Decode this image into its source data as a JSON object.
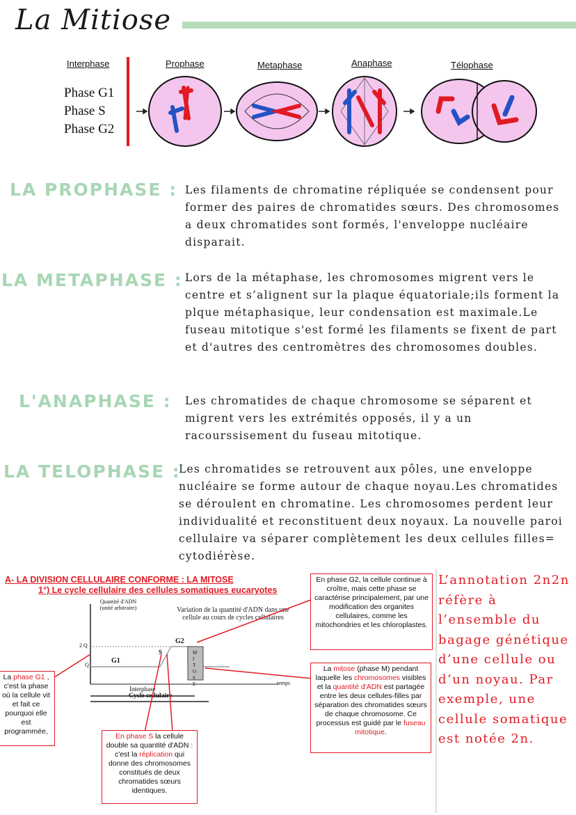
{
  "title": "La Mitiose",
  "phases": {
    "interphase": "Interphase",
    "prophase": "Prophase",
    "metaphase": "Metaphase",
    "anaphase": "Anaphase",
    "telophase": "Télophase",
    "interphase_items": [
      "Phase G1",
      "Phase S",
      "Phase G2"
    ]
  },
  "sections": [
    {
      "title": "LA PROPHASE :",
      "text": "Les filaments de chromatine répliquée se condensent pour former des paires de chromatides sœurs. Des chromosomes a deux chromatides sont formés, l'enveloppe nucléaire disparait."
    },
    {
      "title": "LA METAPHASE :",
      "text": "Lors de la métaphase, les chromosomes migrent vers le centre et s’alignent sur la plaque équatoriale;ils forment la plque métaphasique, leur condensation est maximale.Le fuseau mitotique s'est formé les filaments se fixent de part et d'autres des centromètres des chromosomes doubles."
    },
    {
      "title": "L'ANAPHASE :",
      "text": "Les chromatides de chaque chromosome se séparent et migrent vers les extrémités opposés, il y a un racourssisement du fuseau mitotique."
    },
    {
      "title": "LA TELOPHASE :",
      "text": "Les chromatides se retrouvent aux pôles, une enveloppe nucléaire se forme autour de chaque noyau.Les chromatides se déroulent en chromatine.  Les chromosomes perdent leur individualité et reconstituent deux noyaux. La nouvelle paroi cellulaire va séparer complètement les deux cellules filles= cytodiérèse."
    }
  ],
  "figure": {
    "heading": "A- LA DIVISION CELLULAIRE CONFORME : LA MITOSE",
    "subheading": "1°) Le cycle cellulaire des cellules somatiques eucaryotes",
    "y_axis_label": "Quantité d'ADN (unité arbitraire)",
    "graph_title": "Variation de la quantité d'ADN dans une cellule au cours de cycles cellulaires",
    "tick_2q": "2 Q",
    "tick_q": "Q",
    "label_g1": "G1",
    "label_s": "S",
    "label_g2": "G2",
    "label_mitose": "MITOSE",
    "label_temps": "temps",
    "label_interphase": "Interphase",
    "label_cycle": "Cycle cellulaire",
    "box_g2": "En phase G2, la cellule continue à croître, mais cette phase se caractérise principalement, par une modification des organites cellulaires, comme les mitochondries et les chloroplastes.",
    "box_mitose_a": "La ",
    "box_mitose_b": "mitose",
    "box_mitose_c": " (phase M) pendant laquelle les ",
    "box_mitose_d": "chromosomes",
    "box_mitose_e": " visibles et la ",
    "box_mitose_f": "quantité d'ADN",
    "box_mitose_g": " est partagée entre les deux cellules-filles par séparation des chromatides sœurs de chaque chromosome. Ce processus est guidé par le ",
    "box_mitose_h": "fuseau mitotique",
    "box_mitose_i": ".",
    "box_g1_a": "La ",
    "box_g1_b": "phase G1",
    "box_g1_c": " , c'est la phase où la cellule vit et fait ce pourquoi elle est programmée,",
    "box_s_a": "En phase S",
    "box_s_b": " la cellule double sa quantité d'ADN : c'est la ",
    "box_s_c": "réplication",
    "box_s_d": " qui donne des chromosomes constitués de deux chromatides sœurs identiques.",
    "annotation": "L’annotation 2n2n réfère à l’ensemble du bagage génétique d’une cellule ou d’un noyau. Par exemple, une cellule somatique est notée 2n."
  },
  "colors": {
    "accent_green": "#a8d6b4",
    "red": "#e01b24",
    "cell_pink": "#f4c6ee"
  }
}
